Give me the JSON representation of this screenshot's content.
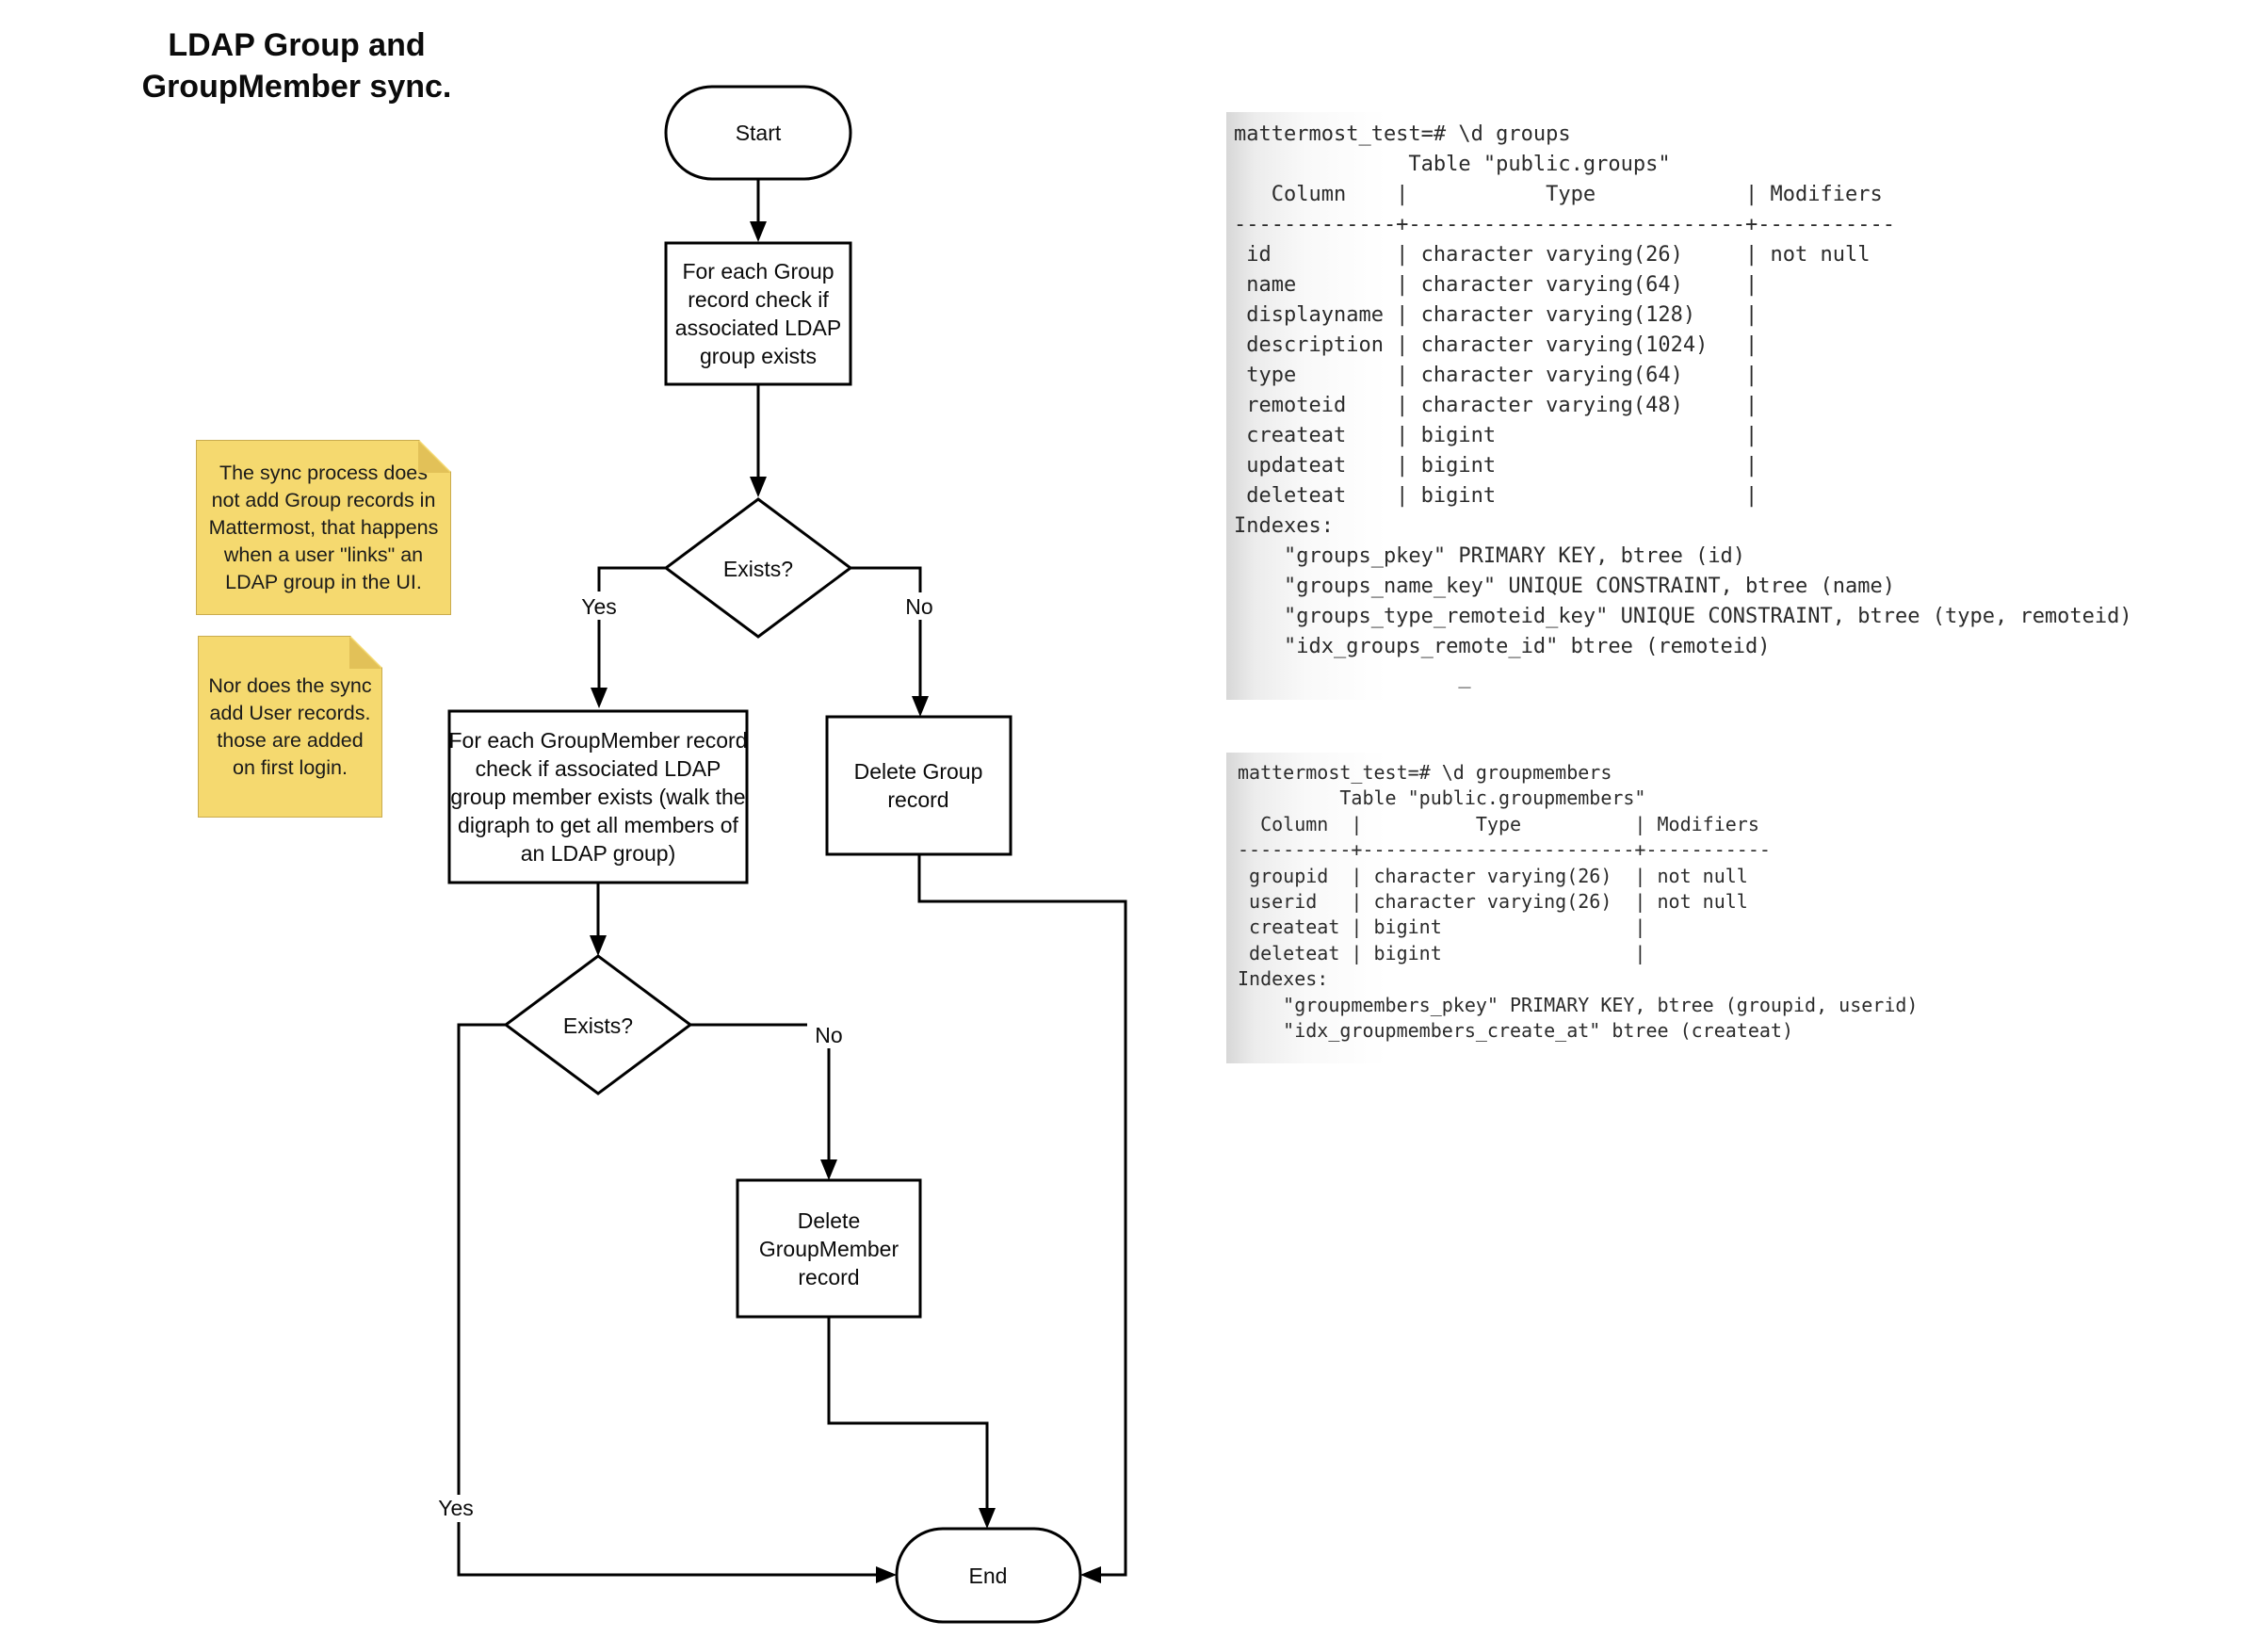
{
  "title": {
    "line1": "LDAP Group and",
    "line2": "GroupMember sync."
  },
  "flowchart": {
    "nodes": {
      "start": {
        "label": "Start"
      },
      "check_group": {
        "lines": [
          "For each Group",
          "record check if",
          "associated LDAP",
          "group exists"
        ]
      },
      "exists1": {
        "label": "Exists?"
      },
      "check_groupmember": {
        "lines": [
          "For each GroupMember record",
          "check if associated LDAP",
          "group member exists (walk the",
          "digraph to get all members of",
          "an LDAP group)"
        ]
      },
      "delete_group": {
        "lines": [
          "Delete Group",
          "record"
        ]
      },
      "exists2": {
        "label": "Exists?"
      },
      "delete_groupmember": {
        "lines": [
          "Delete",
          "GroupMember",
          "record"
        ]
      },
      "end": {
        "label": "End"
      }
    },
    "edge_labels": {
      "yes1": "Yes",
      "no1": "No",
      "yes2": "Yes",
      "no2": "No"
    }
  },
  "notes": {
    "note1_lines": [
      "The sync process does",
      "not add Group records in",
      "Mattermost, that happens",
      "when a user \"links\" an",
      "LDAP group in the UI."
    ],
    "note2_lines": [
      "Nor does the sync",
      "add User records.",
      "those are added",
      "on first login."
    ]
  },
  "terminals": {
    "groups": {
      "lines": [
        "mattermost_test=# \\d groups",
        "              Table \"public.groups\"",
        "   Column    |           Type            | Modifiers",
        "-------------+---------------------------+-----------",
        " id          | character varying(26)     | not null",
        " name        | character varying(64)     |",
        " displayname | character varying(128)    |",
        " description | character varying(1024)   |",
        " type        | character varying(64)     |",
        " remoteid    | character varying(48)     |",
        " createat    | bigint                    |",
        " updateat    | bigint                    |",
        " deleteat    | bigint                    |",
        "Indexes:",
        "    \"groups_pkey\" PRIMARY KEY, btree (id)",
        "    \"groups_name_key\" UNIQUE CONSTRAINT, btree (name)",
        "    \"groups_type_remoteid_key\" UNIQUE CONSTRAINT, btree (type, remoteid)",
        "    \"idx_groups_remote_id\" btree (remoteid)",
        "                  _"
      ]
    },
    "groupmembers": {
      "lines": [
        "mattermost_test=# \\d groupmembers",
        "         Table \"public.groupmembers\"",
        "  Column  |          Type          | Modifiers",
        "----------+------------------------+-----------",
        " groupid  | character varying(26)  | not null",
        " userid   | character varying(26)  | not null",
        " createat | bigint                 |",
        " deleteat | bigint                 |",
        "Indexes:",
        "    \"groupmembers_pkey\" PRIMARY KEY, btree (groupid, userid)",
        "    \"idx_groupmembers_create_at\" btree (createat)"
      ]
    }
  },
  "colors": {
    "note_fill": "#f5d96f",
    "note_fold": "#e2c158",
    "note_border": "#c9ab4e",
    "line_color": "#000000",
    "terminal_text": "#2b2b2b",
    "terminal_edge": "#d7d7d7",
    "background": "#ffffff"
  }
}
